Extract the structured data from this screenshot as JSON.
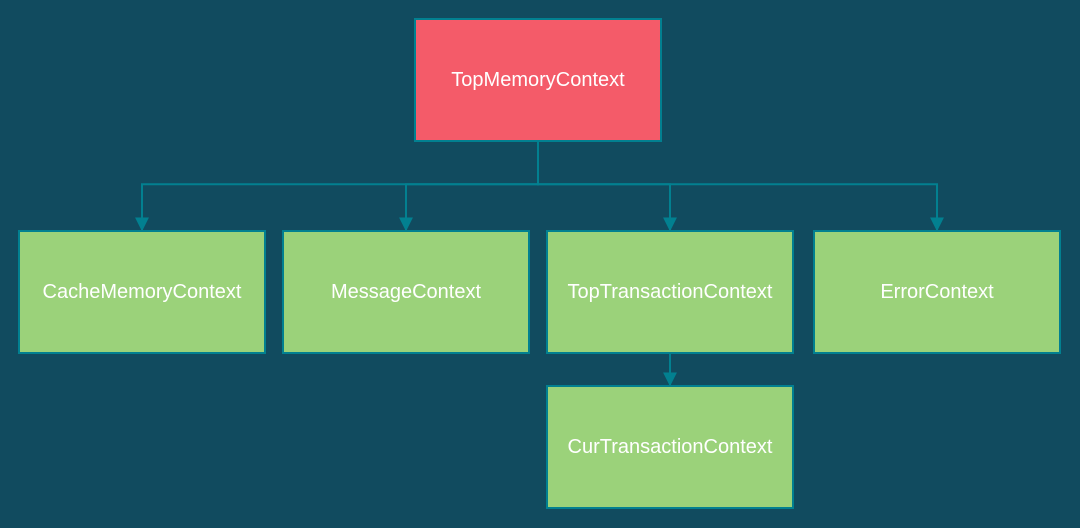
{
  "colors": {
    "background": "#114b5f",
    "root_fill": "#f45b69",
    "root_border": "#028090",
    "child_fill": "#9bd27a",
    "child_border": "#028090",
    "edge": "#028090",
    "text": "#ffffff"
  },
  "nodes": {
    "root": "TopMemoryContext",
    "cache": "CacheMemoryContext",
    "message": "MessageContext",
    "top_transaction": "TopTransactionContext",
    "error": "ErrorContext",
    "cur_transaction": "CurTransactionContext"
  },
  "edges": [
    {
      "from": "root",
      "to": "cache"
    },
    {
      "from": "root",
      "to": "message"
    },
    {
      "from": "root",
      "to": "top_transaction"
    },
    {
      "from": "root",
      "to": "error"
    },
    {
      "from": "top_transaction",
      "to": "cur_transaction"
    }
  ]
}
